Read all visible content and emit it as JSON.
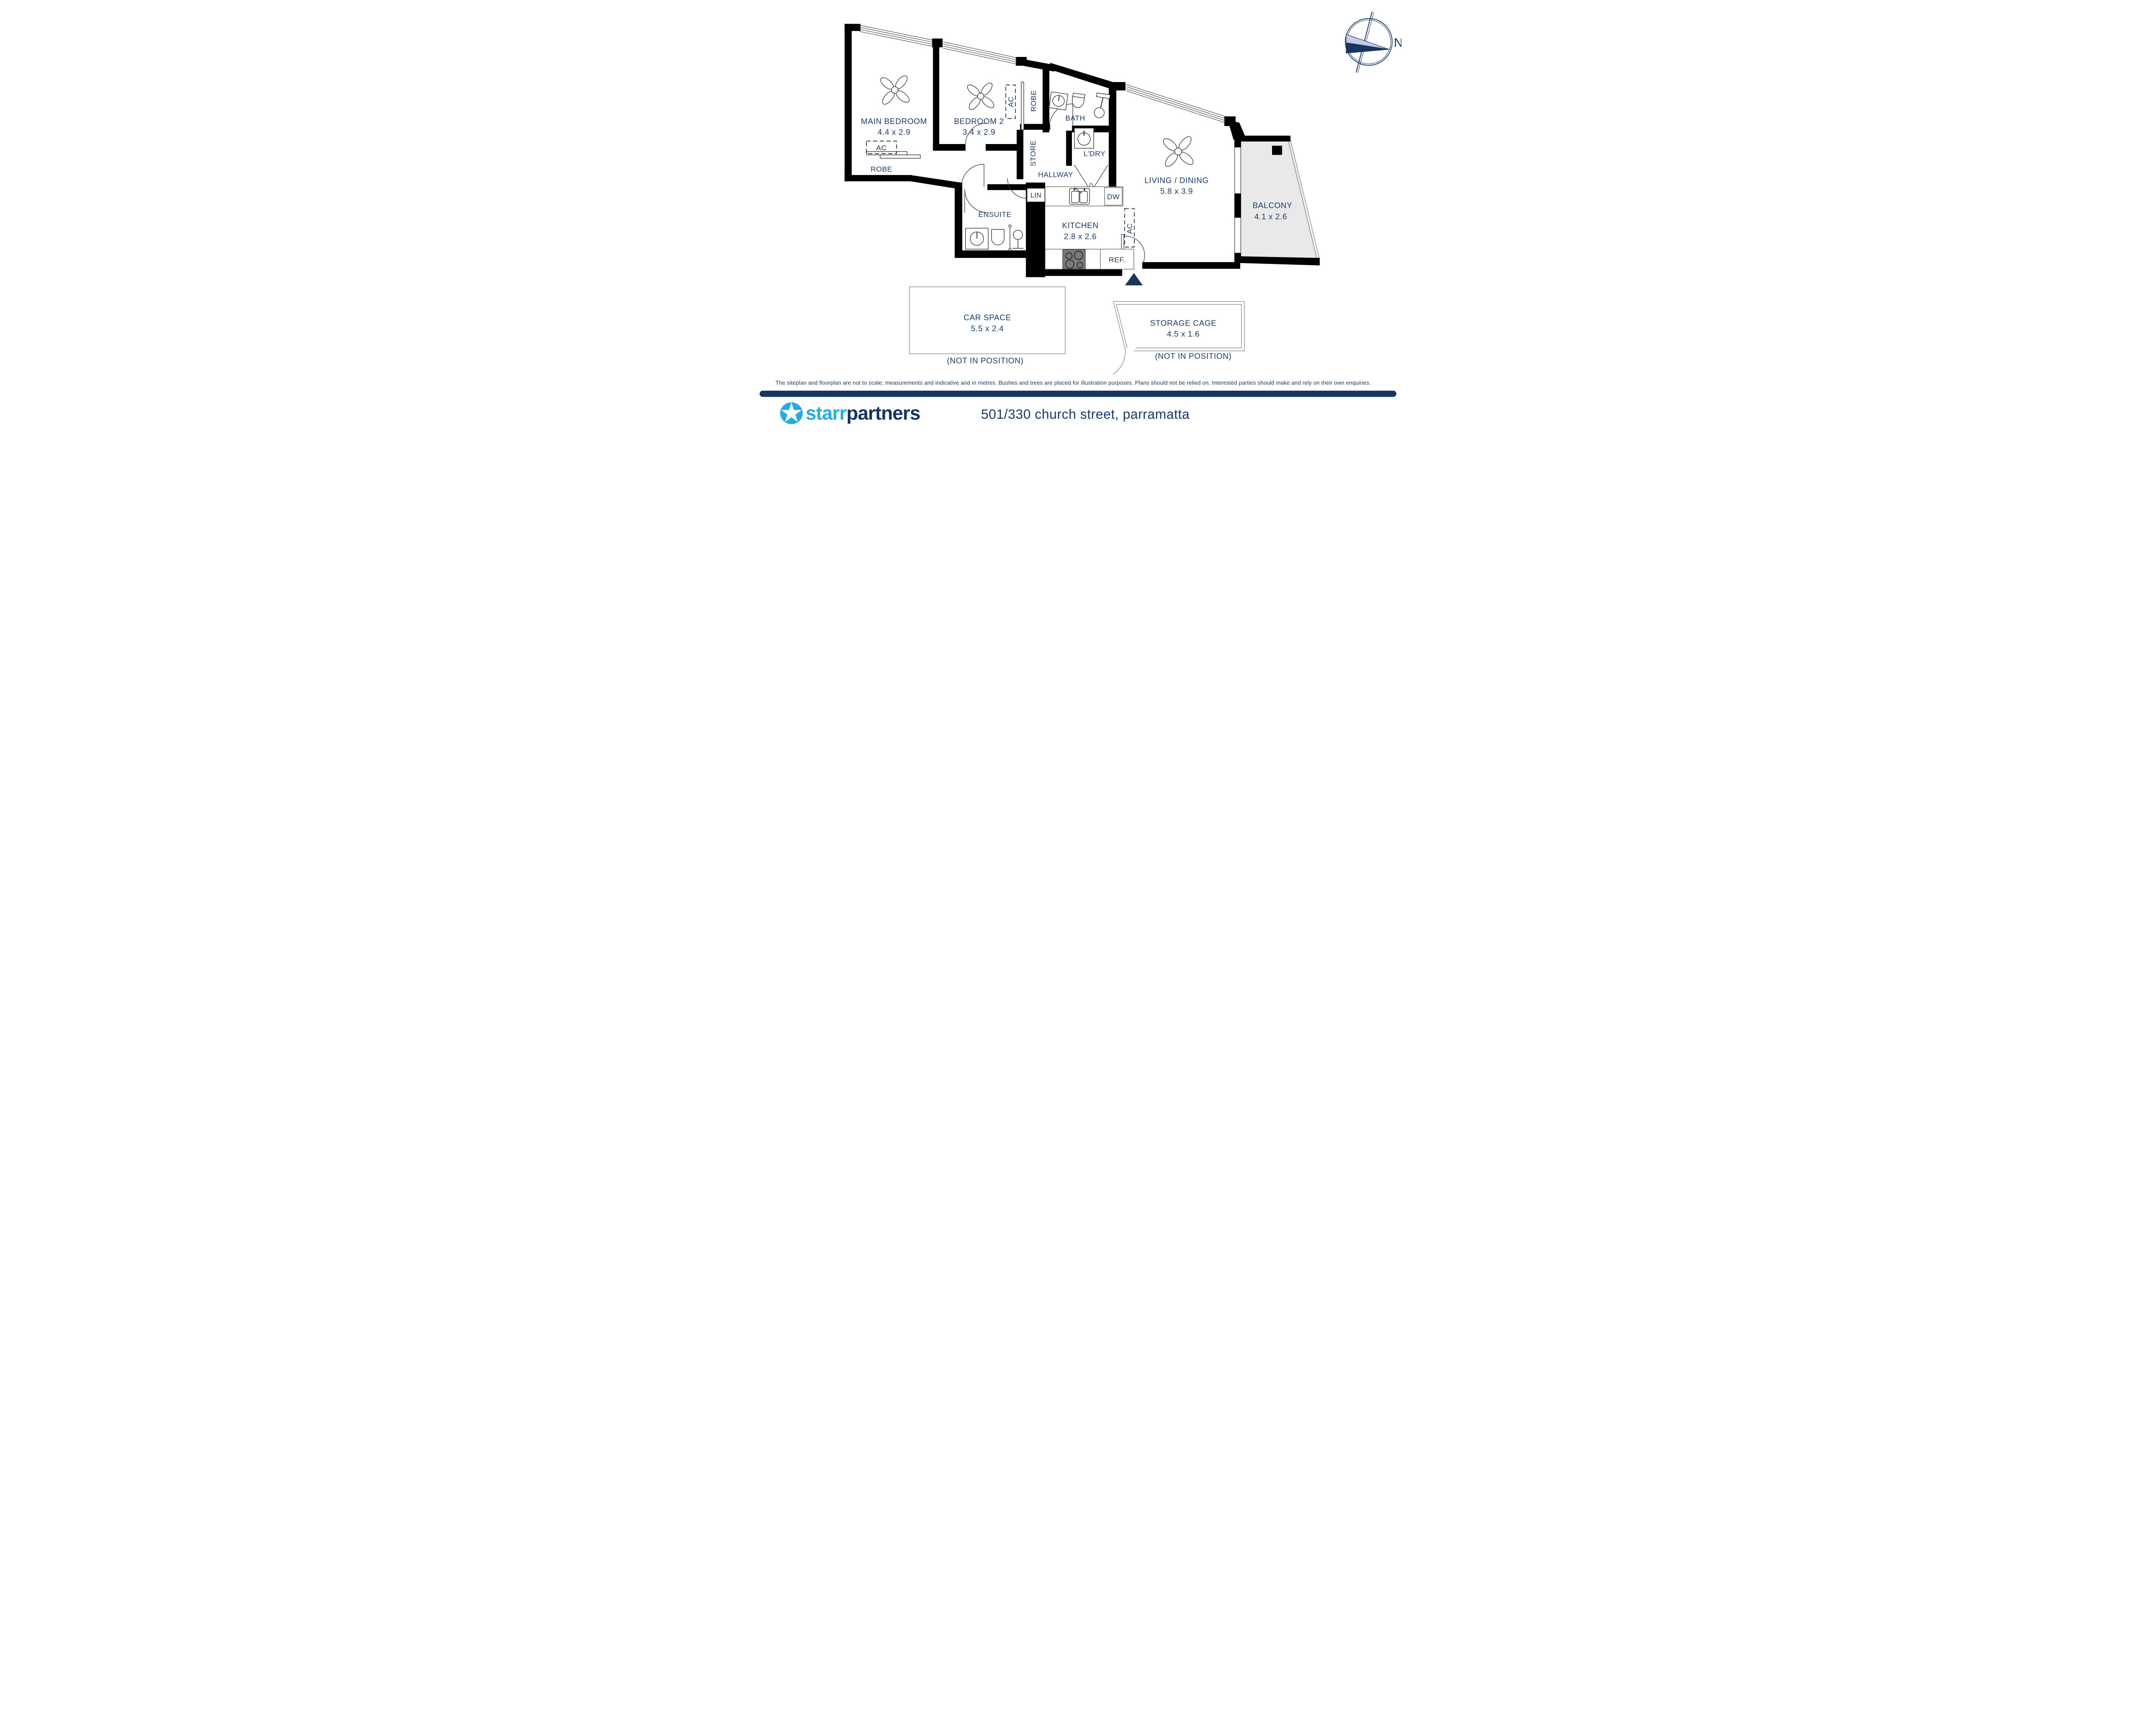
{
  "compass": {
    "north_label": "N"
  },
  "rooms": {
    "main_bedroom": {
      "name": "MAIN BEDROOM",
      "dims": "4.4 x 2.9"
    },
    "bedroom_2": {
      "name": "BEDROOM 2",
      "dims": "3.4 x 2.9"
    },
    "living_dining": {
      "name": "LIVING / DINING",
      "dims": "5.8 x 3.9"
    },
    "balcony": {
      "name": "BALCONY",
      "dims": "4.1 x 2.6"
    },
    "kitchen": {
      "name": "KITCHEN",
      "dims": "2.8 x 2.6"
    },
    "ensuite": {
      "name": "ENSUITE"
    },
    "bath": {
      "name": "BATH"
    },
    "hallway": {
      "name": "HALLWAY"
    },
    "laundry": {
      "name": "L'DRY"
    },
    "store": {
      "name": "STORE"
    },
    "robe": {
      "name": "ROBE"
    }
  },
  "fixtures": {
    "ac": "AC",
    "lin": "LIN",
    "dw": "DW",
    "ref": "REF."
  },
  "external": {
    "car_space": {
      "name": "CAR SPACE",
      "dims": "5.5 x 2.4",
      "note": "(NOT IN POSITION)"
    },
    "storage_cage": {
      "name": "STORAGE CAGE",
      "dims": "4.5 x 1.6",
      "note": "(NOT IN POSITION)"
    }
  },
  "footer": {
    "disclaimer": "The siteplan and floorplan are not to scale; measurements and indicative and in metres. Bushes and trees are placed for illustration purposes. Plans should not be relied on. Interested parties should make and rely on their own enquiries.",
    "brand_primary": "starr",
    "brand_secondary": "partners",
    "address": "501/330 church street, parramatta"
  },
  "colors": {
    "navy": "#16355f",
    "label_navy": "#1b3a66",
    "logo_blue": "#29abe2",
    "balcony_fill": "#e9e9ea",
    "cooktop_gray": "#7a7a7a"
  }
}
